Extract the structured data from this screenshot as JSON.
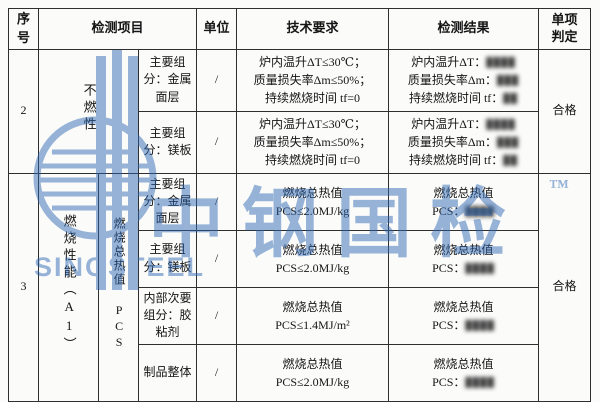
{
  "watermark": {
    "brand_cn": "中钢国检",
    "brand_en": "SINOSTEEL",
    "tm": "™",
    "color": "#2a66b2"
  },
  "header": {
    "no": "序号",
    "item": "检测项目",
    "unit": "单位",
    "requirement": "技术要求",
    "result": "检测结果",
    "judgement": "单项判定"
  },
  "section2": {
    "no": "2",
    "group": "不燃性",
    "judgement": "合格",
    "rows": [
      {
        "component": "主要组分：金属面层",
        "unit": "/",
        "req1": "炉内温升ΔT≤30℃；",
        "req2": "质量损失率Δm≤50%；",
        "req3": "持续燃烧时间 tf=0",
        "res1_label": "炉内温升ΔT：",
        "res1_value": "████",
        "res2_label": "质量损失率Δm：",
        "res2_value": "███",
        "res3_label": "持续燃烧时间 tf：",
        "res3_value": "██"
      },
      {
        "component": "主要组分：镁板",
        "unit": "/",
        "req1": "炉内温升ΔT≤30℃；",
        "req2": "质量损失率Δm≤50%；",
        "req3": "持续燃烧时间 tf=0",
        "res1_label": "炉内温升ΔT：",
        "res1_value": "████",
        "res2_label": "质量损失率Δm：",
        "res2_value": "███",
        "res3_label": "持续燃烧时间 tf：",
        "res3_value": "██"
      }
    ]
  },
  "section3": {
    "no": "3",
    "group_a": "燃烧性能（A1）",
    "group_b": "燃烧总热值 PCS",
    "judgement": "合格",
    "rows": [
      {
        "component": "主要组分：金属面层",
        "unit": "/",
        "req_line1": "燃烧总热值",
        "req_line2": "PCS≤2.0MJ/kg",
        "res_line1": "燃烧总热值",
        "res_label": "PCS：",
        "res_value": "████"
      },
      {
        "component": "主要组分：镁板",
        "unit": "/",
        "req_line1": "燃烧总热值",
        "req_line2": "PCS≤2.0MJ/kg",
        "res_line1": "燃烧总热值",
        "res_label": "PCS：",
        "res_value": "████"
      },
      {
        "component": "内部次要组分：胶粘剂",
        "unit": "/",
        "req_line1": "燃烧总热值",
        "req_line2": "PCS≤1.4MJ/m²",
        "res_line1": "燃烧总热值",
        "res_label": "PCS：",
        "res_value": "████"
      },
      {
        "component": "制品整体",
        "unit": "/",
        "req_line1": "燃烧总热值",
        "req_line2": "PCS≤2.0MJ/kg",
        "res_line1": "燃烧总热值",
        "res_label": "PCS：",
        "res_value": "████"
      }
    ]
  }
}
